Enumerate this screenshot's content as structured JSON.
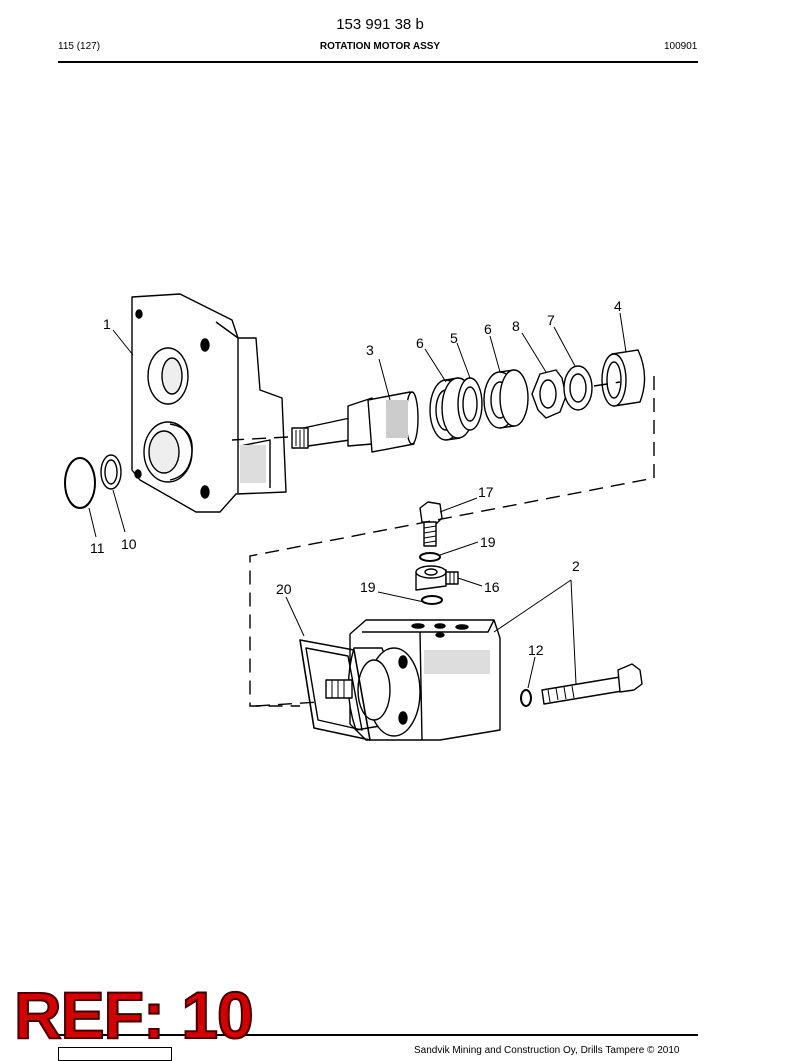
{
  "header": {
    "doc_number": "153 991 38 b",
    "page": "115 (127)",
    "title": "ROTATION MOTOR ASSY",
    "code": "100901"
  },
  "callouts": {
    "c1": "1",
    "c2": "2",
    "c3": "3",
    "c4": "4",
    "c5": "5",
    "c6a": "6",
    "c6b": "6",
    "c7": "7",
    "c8": "8",
    "c10": "10",
    "c11": "11",
    "c12": "12",
    "c16": "16",
    "c17": "17",
    "c19a": "19",
    "c19b": "19",
    "c20": "20"
  },
  "stamp": {
    "text": "REF: 10"
  },
  "footer": {
    "copyright": "Sandvik Mining and Construction Oy, Drills Tampere © 2010"
  }
}
